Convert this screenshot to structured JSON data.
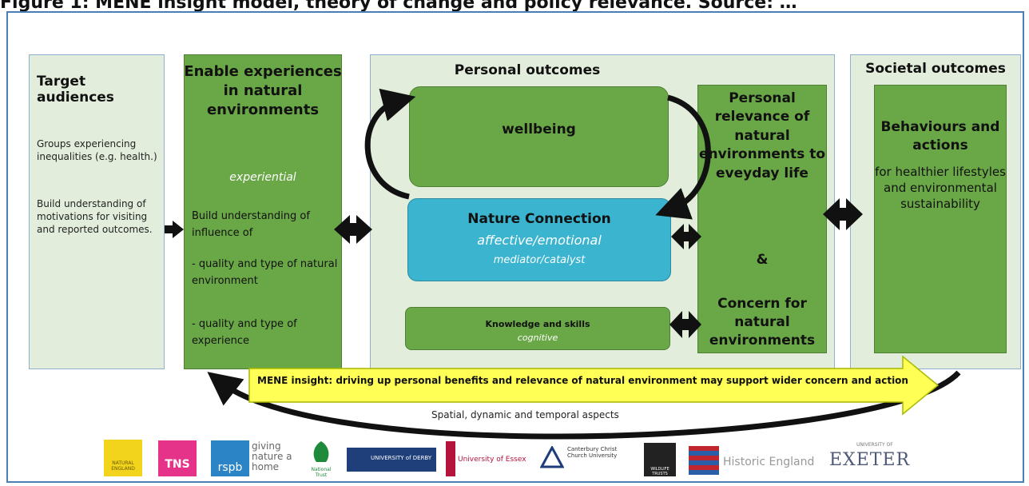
{
  "title_strip": "Figure 1: MENE insight model, theory of change and policy relevance. Source: …",
  "target": {
    "title": "Target audiences",
    "text1": "Groups experiencing inequalities (e.g. health.)",
    "text2": "Build understanding of motivations for visiting and reported outcomes."
  },
  "enable": {
    "title": "Enable experiences in natural environments",
    "subtitle": "experiential",
    "text1": "Build understanding of influence of",
    "text2": "- quality and type of natural environment",
    "text3": "- quality and type of experience"
  },
  "personal": {
    "title": "Personal outcomes",
    "wellbeing": "wellbeing",
    "nature_title": "Nature Connection",
    "nature_sub1": "affective/emotional",
    "nature_sub2": "mediator/catalyst",
    "knowledge_title": "Knowledge and skills",
    "knowledge_sub": "cognitive",
    "relevance_title": "Personal relevance of natural environments to eveyday life",
    "relevance_amp": "&",
    "relevance_concern": "Concern for natural environments"
  },
  "societal": {
    "title": "Societal outcomes",
    "behaviours_title": "Behaviours and actions",
    "behaviours_text": "for healthier lifestyles and environmental sustainability"
  },
  "insight": "MENE insight: driving up personal benefits and relevance of natural environment may support wider concern and action",
  "spatial": "Spatial, dynamic and temporal aspects",
  "logos": {
    "natural_england": "NATURAL ENGLAND",
    "tns": "TNS",
    "rspb": "rspb",
    "rspb_tag": "giving nature a home",
    "national_trust": "National Trust",
    "derby": "UNIVERSITY of DERBY",
    "essex": "University of Essex",
    "canterbury": "Canterbury Christ Church University",
    "wildlife": "WILDLIFE TRUSTS",
    "historic": "Historic England",
    "exeter_small": "UNIVERSITY OF",
    "exeter": "EXETER"
  },
  "colors": {
    "green": "#6aa847",
    "light": "#e2eedb",
    "teal": "#3ab4cf",
    "arrow_yellow": "#ffff55"
  }
}
